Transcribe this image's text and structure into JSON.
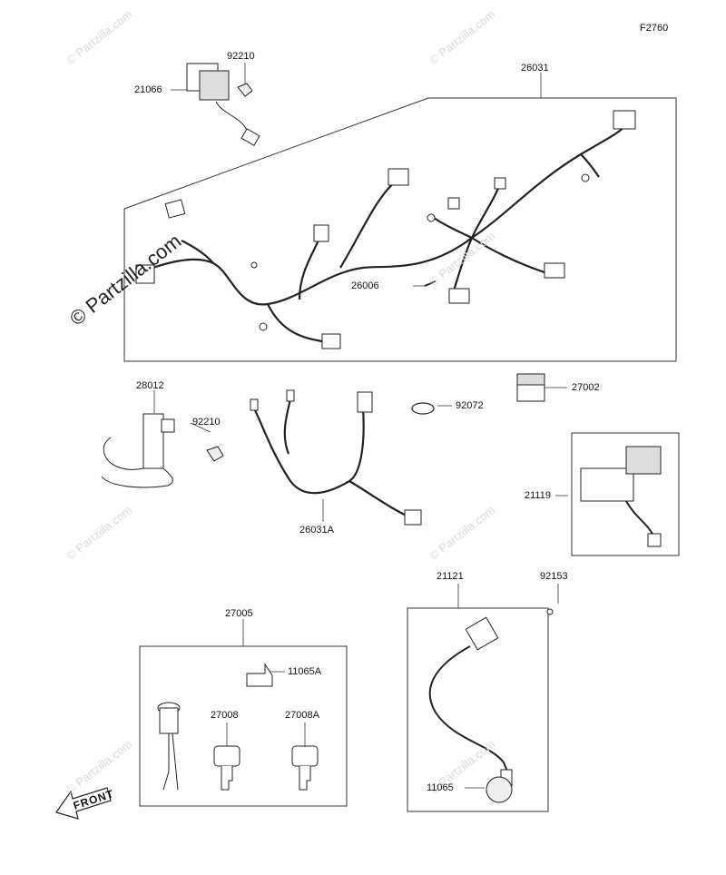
{
  "figure_code": "F2760",
  "watermark": "© Partzilla.com",
  "front_label": "FRONT",
  "parts": {
    "p21066": "21066",
    "p92210_top": "92210",
    "p26031": "26031",
    "p26006": "26006",
    "p28012": "28012",
    "p92210_mid": "92210",
    "p26031A": "26031A",
    "p92072": "92072",
    "p27002": "27002",
    "p21119": "21119",
    "p21121": "21121",
    "p92153": "92153",
    "p27005": "27005",
    "p11065A": "11065A",
    "p27008": "27008",
    "p27008A": "27008A",
    "p11065": "11065"
  }
}
